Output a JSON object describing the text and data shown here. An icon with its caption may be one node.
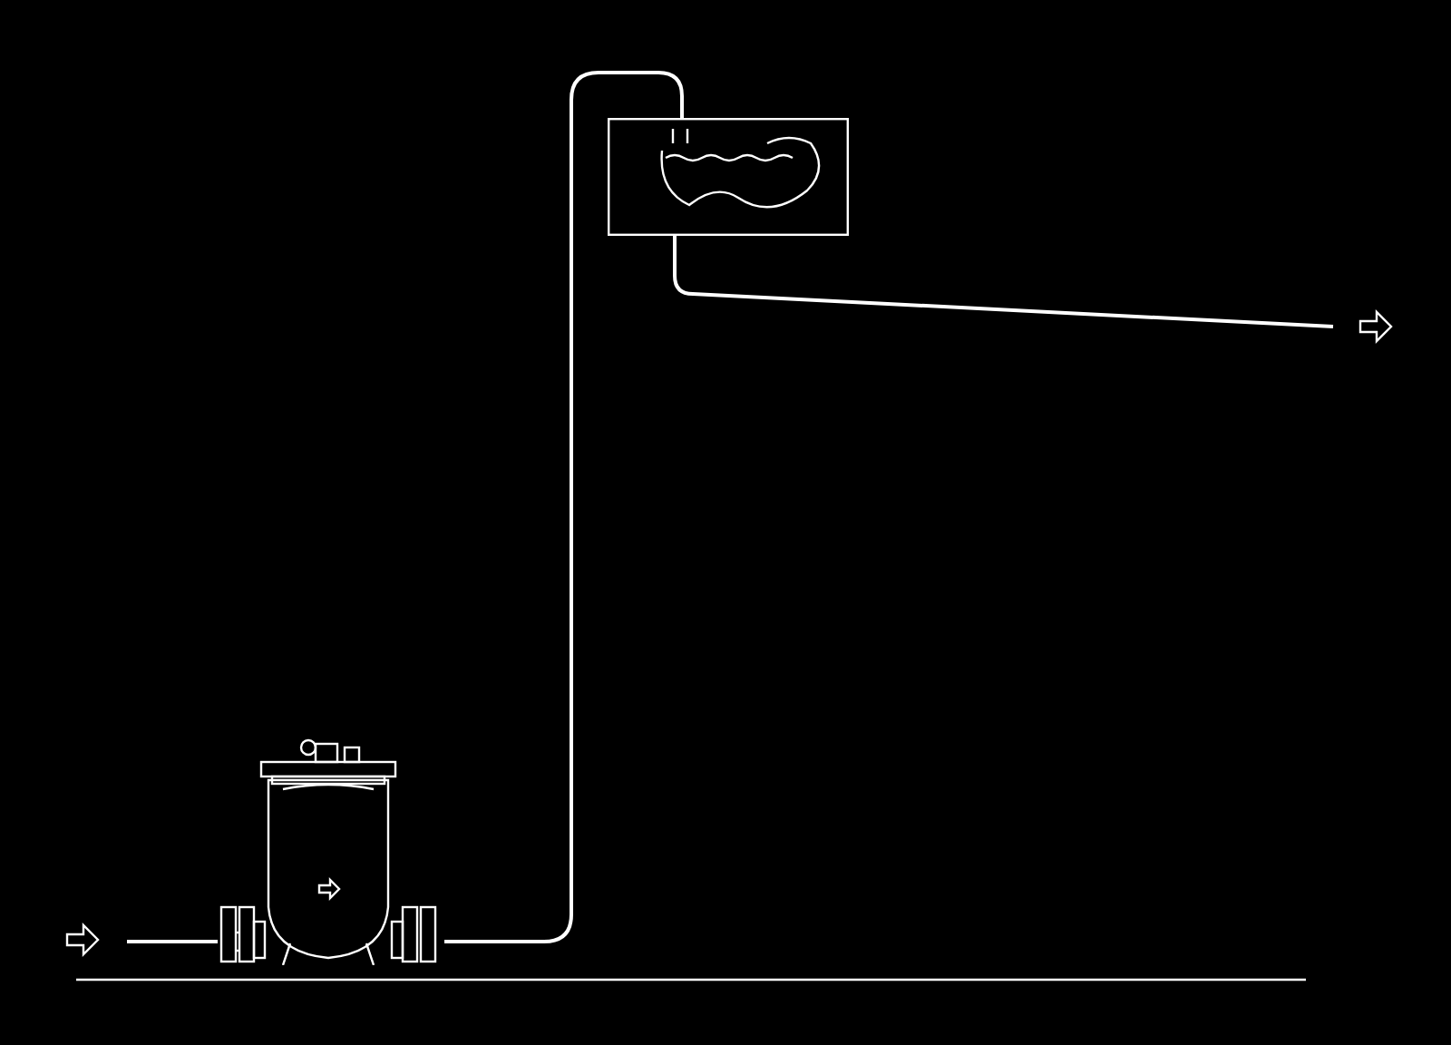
{
  "diagram": {
    "nodes": [
      {
        "text": [],
        "shape": "picture"
      },
      {
        "text": [],
        "shape": "box"
      }
    ],
    "edges": [
      {
        "from": null,
        "to": 0,
        "arrow": "none"
      },
      {
        "from": 0,
        "to": 1,
        "arrow": "none"
      },
      {
        "from": 1,
        "to": null,
        "arrow": "none"
      }
    ]
  }
}
